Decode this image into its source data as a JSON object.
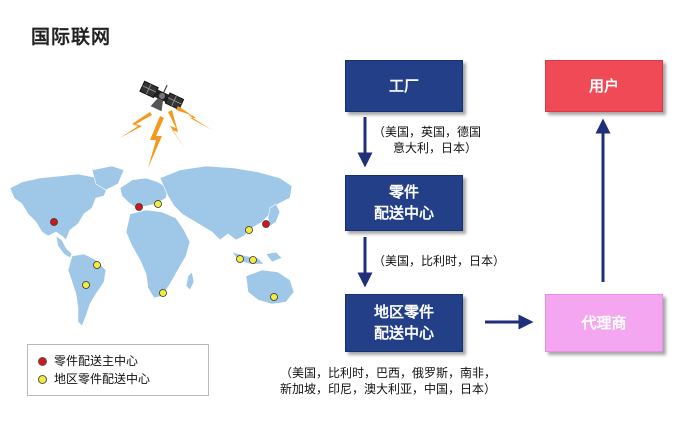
{
  "title": "国际联网",
  "boxes": {
    "factory": "工厂",
    "user": "用户",
    "parts_center": [
      "零件",
      "配送中心"
    ],
    "regional_center": [
      "地区零件",
      "配送中心"
    ],
    "agent": "代理商"
  },
  "notes": {
    "factory_countries": [
      "（美国，英国，德国",
      "意大利，日本）"
    ],
    "parts_countries": "（美国，比利时，日本）",
    "regional_countries": [
      "（美国，比利时，巴西，俄罗斯，南非，",
      "新加坡，印尼，澳大利亚，中国，日本）"
    ]
  },
  "legend": {
    "main_center": "零件配送主中心",
    "regional_center": "地区零件配送中心"
  },
  "colors": {
    "navy_box": "#233f88",
    "user_box": "#ef4a55",
    "agent_box": "#f5a6f0",
    "arrow": "#1f2f7a",
    "map_land": "#9fc7e8",
    "main_dot": "#d8141b",
    "regional_dot": "#f3ec3a"
  },
  "icons": {
    "satellite": "satellite-icon",
    "world_map": "world-map-icon"
  }
}
